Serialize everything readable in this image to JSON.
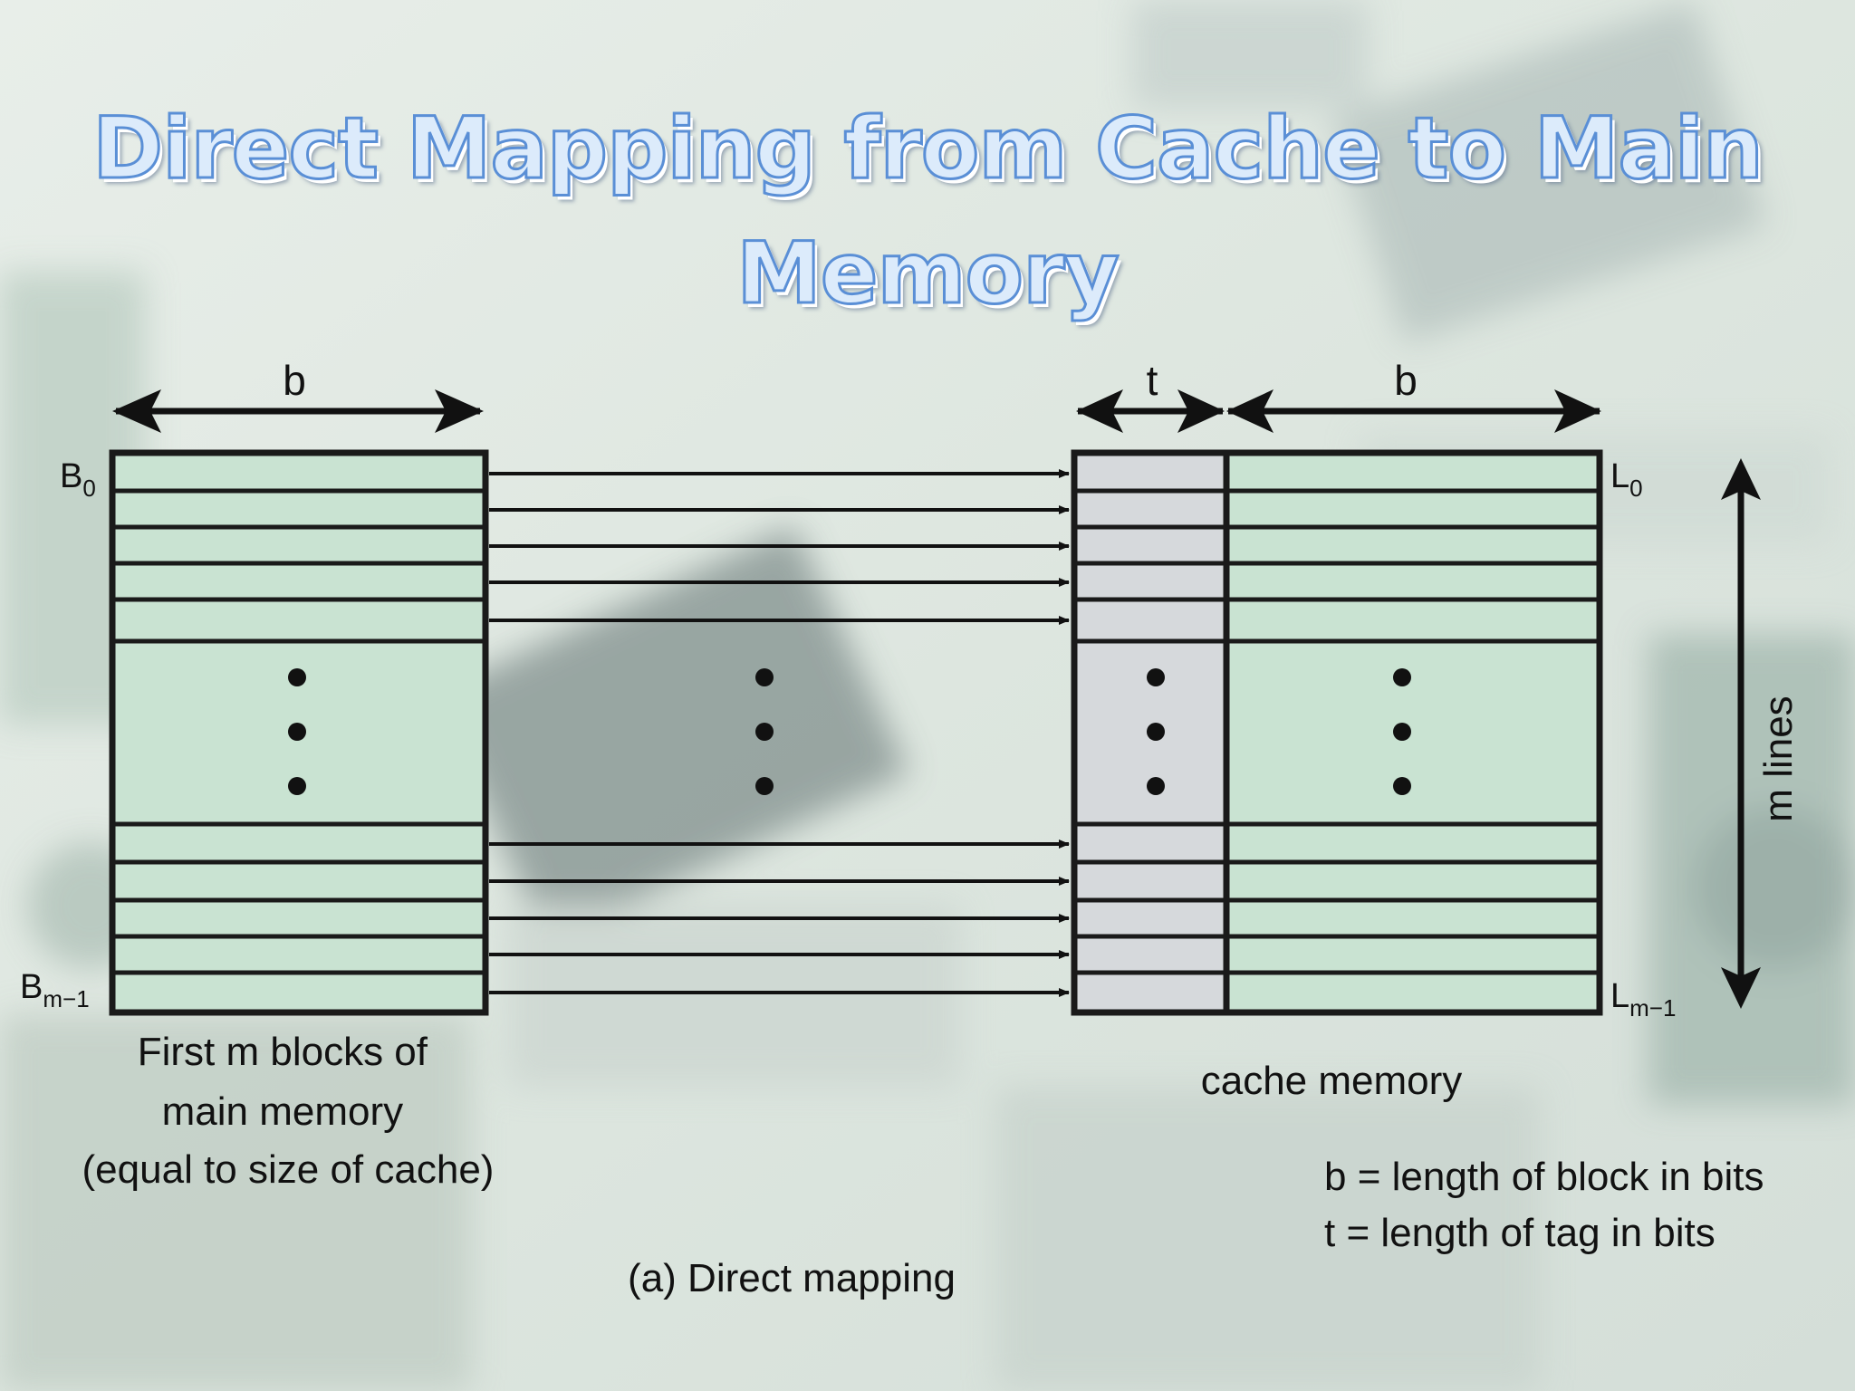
{
  "title": {
    "line1": "Direct Mapping from Cache to Main",
    "line2": "Memory"
  },
  "dims": {
    "main_b": "b",
    "tag_t": "t",
    "cache_b": "b"
  },
  "main_memory": {
    "first_label": "B",
    "first_sub": "0",
    "last_label": "B",
    "last_sub": "m−1",
    "caption_lines": [
      "First m blocks of",
      "main memory",
      "(equal to size of cache)"
    ]
  },
  "cache": {
    "first_label": "L",
    "first_sub": "0",
    "last_label": "L",
    "last_sub": "m−1",
    "caption": "cache memory",
    "side_label": "m lines"
  },
  "legend": [
    "b = length of block in bits",
    "t = length of tag in bits"
  ],
  "figure_caption": "(a) Direct mapping",
  "colors": {
    "block_fill": "#c9e3d2",
    "tag_fill": "#d6d9dc",
    "stroke": "#1a1a1a"
  }
}
